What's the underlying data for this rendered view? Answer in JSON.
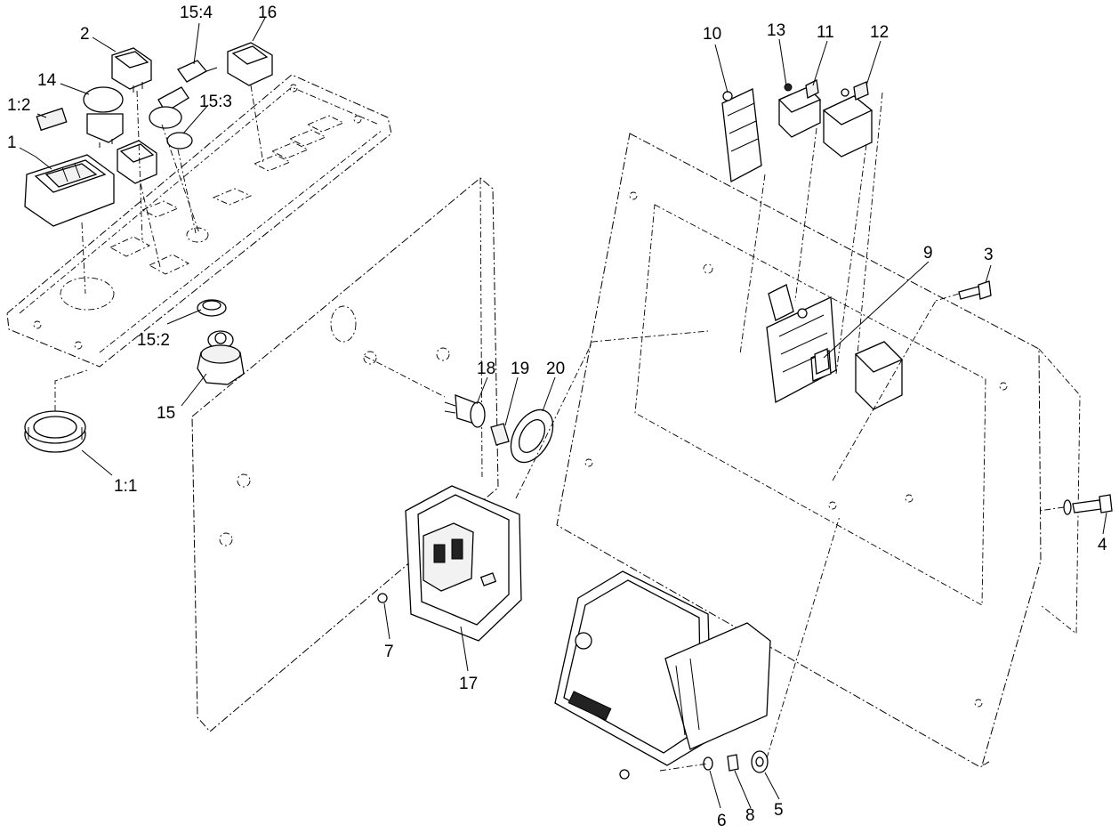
{
  "callouts": [
    {
      "id": "c1",
      "text": "1"
    },
    {
      "id": "c1-2",
      "text": "1:2"
    },
    {
      "id": "c14",
      "text": "14"
    },
    {
      "id": "c2",
      "text": "2"
    },
    {
      "id": "c15-4",
      "text": "15:4"
    },
    {
      "id": "c16",
      "text": "16"
    },
    {
      "id": "c15-3",
      "text": "15:3"
    },
    {
      "id": "c15-2",
      "text": "15:2"
    },
    {
      "id": "c15",
      "text": "15"
    },
    {
      "id": "c1-1",
      "text": "1:1"
    },
    {
      "id": "c18",
      "text": "18"
    },
    {
      "id": "c19",
      "text": "19"
    },
    {
      "id": "c20",
      "text": "20"
    },
    {
      "id": "c7",
      "text": "7"
    },
    {
      "id": "c17",
      "text": "17"
    },
    {
      "id": "c10",
      "text": "10"
    },
    {
      "id": "c13",
      "text": "13"
    },
    {
      "id": "c11",
      "text": "11"
    },
    {
      "id": "c12",
      "text": "12"
    },
    {
      "id": "c9",
      "text": "9"
    },
    {
      "id": "c3",
      "text": "3"
    },
    {
      "id": "c4",
      "text": "4"
    },
    {
      "id": "c6",
      "text": "6"
    },
    {
      "id": "c8",
      "text": "8"
    },
    {
      "id": "c5",
      "text": "5"
    }
  ]
}
